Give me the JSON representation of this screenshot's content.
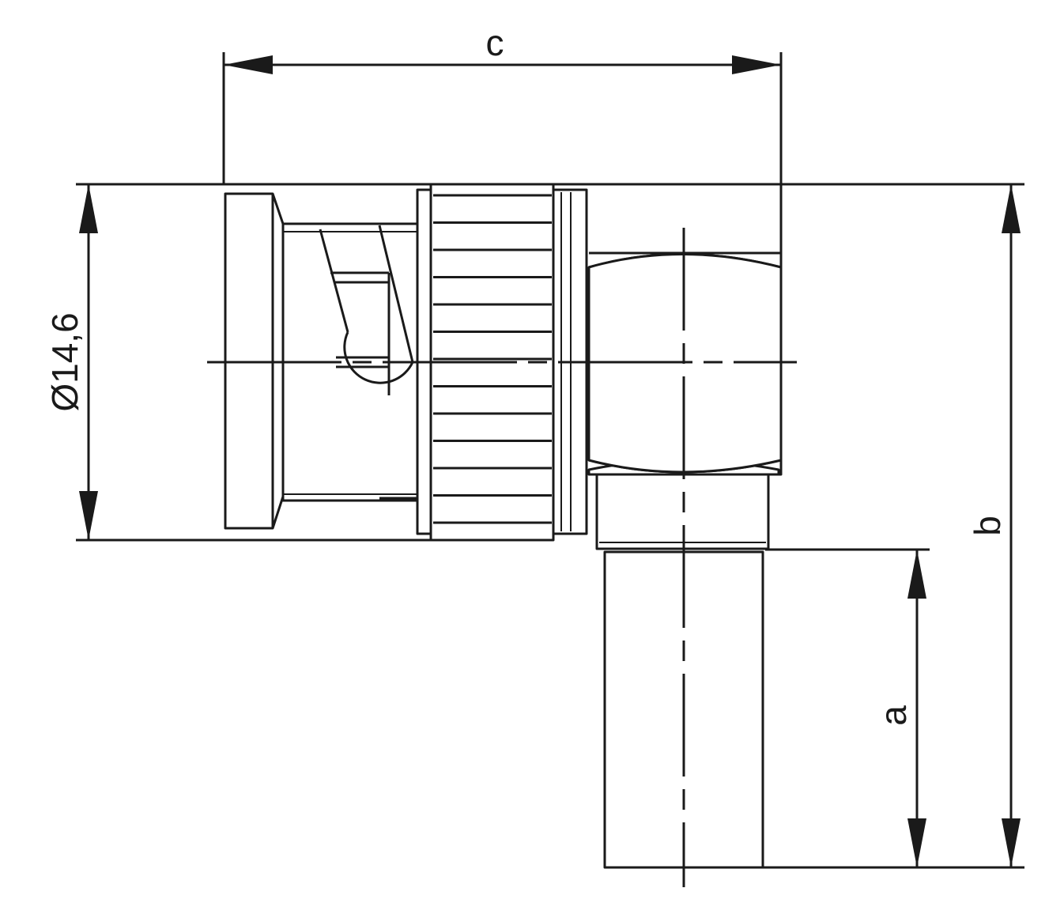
{
  "dimensions": {
    "diameter": "Ø14,6",
    "width": "c",
    "height": "b",
    "cable_length": "a"
  }
}
